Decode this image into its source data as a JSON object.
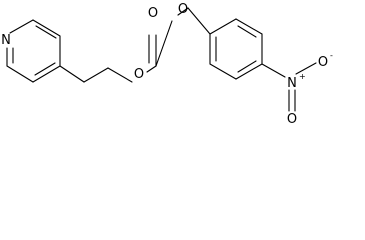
{
  "molecule": {
    "atoms": {
      "pyridine_n": {
        "symbol": "N",
        "charge": ""
      },
      "ester_o": {
        "symbol": "O",
        "charge": ""
      },
      "carbonyl_o": {
        "symbol": "O",
        "charge": ""
      },
      "phenoxy_o": {
        "symbol": "O",
        "charge": ""
      },
      "nitro_n": {
        "symbol": "N",
        "charge": "+"
      },
      "nitro_o_minus": {
        "symbol": "O",
        "charge": "-"
      },
      "nitro_o_double": {
        "symbol": "O",
        "charge": ""
      }
    }
  }
}
